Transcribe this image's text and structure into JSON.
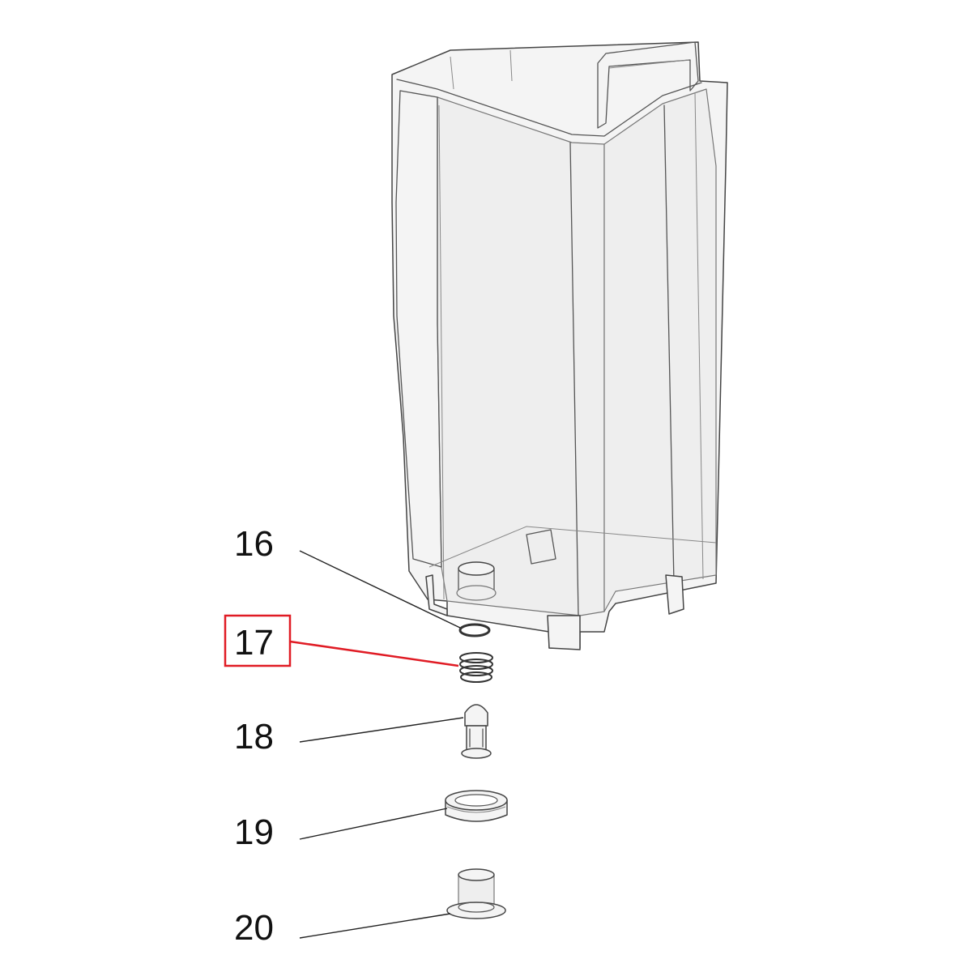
{
  "diagram": {
    "callouts": [
      {
        "id": "16",
        "label": "16",
        "part": "o-ring",
        "highlighted": false
      },
      {
        "id": "17",
        "label": "17",
        "part": "spring",
        "highlighted": true
      },
      {
        "id": "18",
        "label": "18",
        "part": "valve-plunger",
        "highlighted": false
      },
      {
        "id": "19",
        "label": "19",
        "part": "valve-seal",
        "highlighted": false
      },
      {
        "id": "20",
        "label": "20",
        "part": "valve-bushing",
        "highlighted": false
      }
    ],
    "highlight_color": "#e01b24",
    "main_part": "water-tank"
  }
}
